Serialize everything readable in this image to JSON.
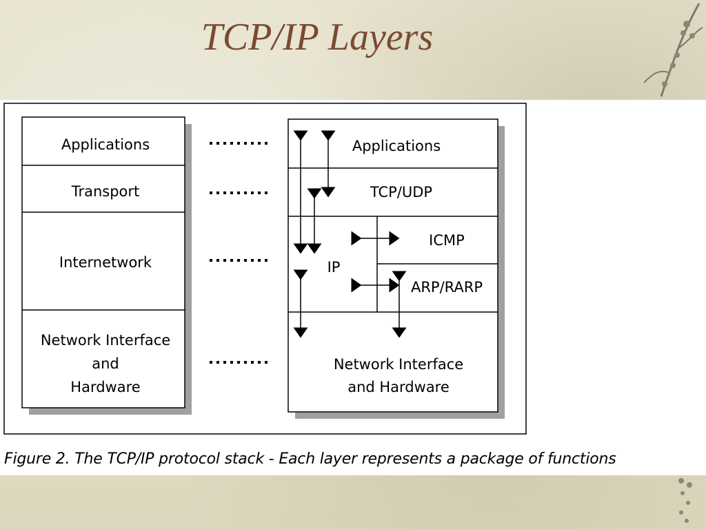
{
  "slide": {
    "title": "TCP/IP Layers",
    "caption": "Figure 2.  The TCP/IP protocol stack - Each layer represents a package of functions"
  },
  "diagram": {
    "model_layers": [
      "Applications",
      "Transport",
      "Internetwork",
      "Network Interface",
      "and",
      "Hardware"
    ],
    "stack_layers": {
      "applications": "Applications",
      "transport": "TCP/UDP",
      "ip": "IP",
      "icmp": "ICMP",
      "arp": "ARP/RARP",
      "network_line1": "Network Interface",
      "network_line2": "and Hardware"
    }
  },
  "colors": {
    "title": "#7a4a32",
    "panel": "#ffffff",
    "shadow": "#a0a0a0"
  }
}
